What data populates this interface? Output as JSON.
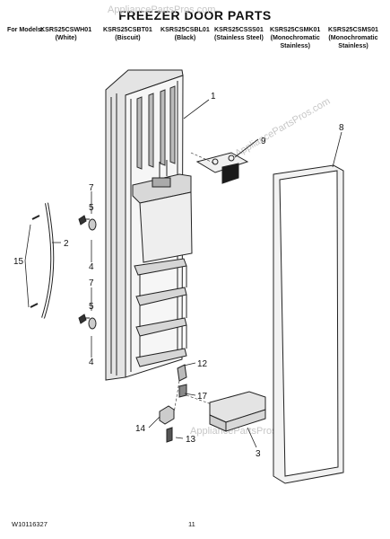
{
  "watermark": "AppliancePartsPros.com",
  "title": "FREEZER DOOR PARTS",
  "models_label": "For Models:",
  "models": [
    {
      "model": "KSRS25CSWH01",
      "color": "(White)"
    },
    {
      "model": "KSRS25CSBT01",
      "color": "(Biscuit)"
    },
    {
      "model": "KSRS25CSBL01",
      "color": "(Black)"
    },
    {
      "model": "KSRS25CSSS01",
      "color": "(Stainless Steel)"
    },
    {
      "model": "KSRS25CSMK01",
      "color": "(Monochromatic",
      "color2": "Stainless)"
    },
    {
      "model": "KSRS25CSMS01",
      "color": "(Monochromatic",
      "color2": "Stainless)"
    }
  ],
  "callouts": {
    "c1": "1",
    "c9": "9",
    "c8": "8",
    "c7a": "7",
    "c5a": "5",
    "c2": "2",
    "c15": "15",
    "c4a": "4",
    "c7b": "7",
    "c5b": "5",
    "c4b": "4",
    "c12": "12",
    "c17": "17",
    "c14": "14",
    "c13": "13",
    "c3": "3"
  },
  "footer": {
    "doc_number": "W10116327",
    "page_number": "11"
  }
}
